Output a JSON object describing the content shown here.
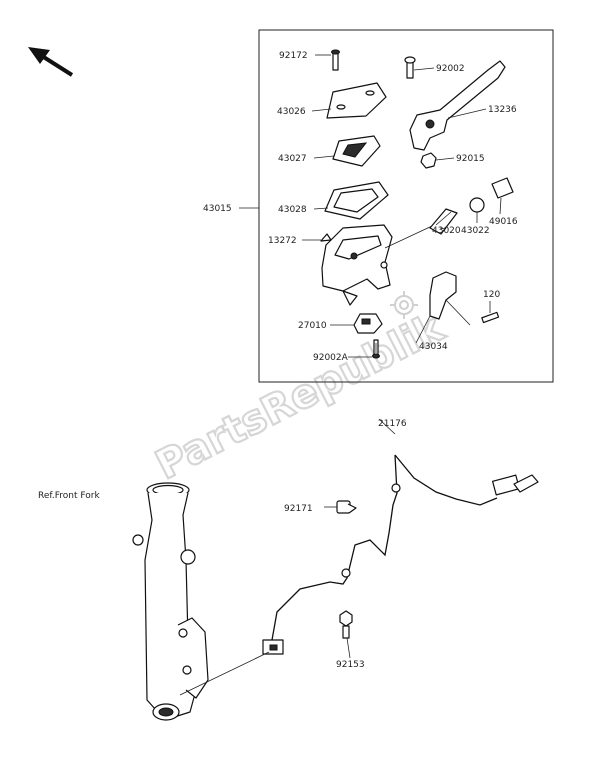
{
  "watermark": "PartsRepublik",
  "orientation_icon": "arrow-up-left-icon",
  "labels": {
    "l92172": "92172",
    "l43026": "43026",
    "l43027": "43027",
    "l43028": "43028",
    "l43015": "43015",
    "l13272": "13272",
    "l27010": "27010",
    "l92002A": "92002A",
    "l92002": "92002",
    "l13236": "13236",
    "l92015": "92015",
    "l49016": "49016",
    "l43022": "43022",
    "l43020": "43020",
    "l120": "120",
    "l43034": "43034",
    "l21176": "21176",
    "lreffork": "Ref.Front Fork",
    "l92171": "92171",
    "l92153": "92153"
  }
}
